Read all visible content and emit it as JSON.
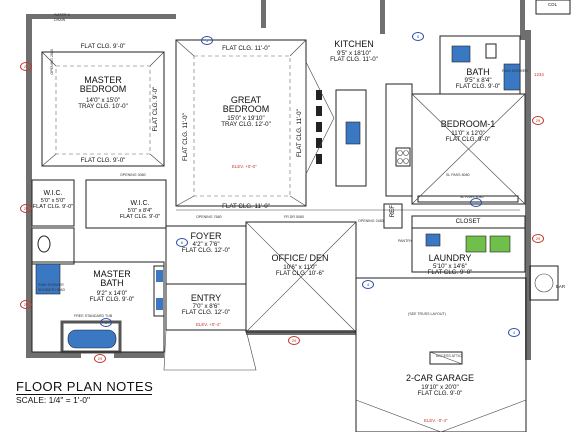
{
  "notes": {
    "title": "FLOOR PLAN NOTES",
    "scale": "SCALE: 1/4\" = 1'-0\""
  },
  "rooms": [
    {
      "id": "master-bedroom",
      "name": [
        "MASTER",
        "BEDROOM"
      ],
      "dims": [
        "14'0\" x 15'0\"",
        "TRAY CLG. 10'-0\""
      ]
    },
    {
      "id": "great-bedroom",
      "name": [
        "GREAT",
        "BEDROOM"
      ],
      "dims": [
        "15'0\" x 19'10\"",
        "TRAY CLG. 12'-0\""
      ]
    },
    {
      "id": "kitchen",
      "name": [
        "KITCHEN"
      ],
      "dims": [
        "9'5\" x 18'10\"",
        "FLAT CLG. 11'-0\""
      ]
    },
    {
      "id": "bath",
      "name": [
        "BATH"
      ],
      "dims": [
        "9'5\" x 8'4\"",
        "FLAT CLG. 9'-0\""
      ]
    },
    {
      "id": "bedroom-1",
      "name": [
        "BEDROOM-1"
      ],
      "dims": [
        "11'0\" x 12'0\"",
        "FLAT CLG. 9'-0\""
      ]
    },
    {
      "id": "wic-1",
      "name": [
        "W.I.C."
      ],
      "dims": [
        "5'0\" x 5'0\"",
        "FLAT CLG. 9'-0\""
      ]
    },
    {
      "id": "wic-2",
      "name": [
        "W.I.C."
      ],
      "dims": [
        "5'0\" x 8'4\"",
        "FLAT CLG. 9'-0\""
      ]
    },
    {
      "id": "foyer",
      "name": [
        "FOYER"
      ],
      "dims": [
        "4'2\" x 7'6\"",
        "FLAT CLG. 12'-0\""
      ]
    },
    {
      "id": "office-den",
      "name": [
        "OFFICE/ DEN"
      ],
      "dims": [
        "10'6\" x 11'0\"",
        "FLAT CLG. 10'-6\""
      ]
    },
    {
      "id": "laundry",
      "name": [
        "LAUNDRY"
      ],
      "dims": [
        "5'10\" x 14'6\"",
        "FLAT CLG. 9'-0\""
      ]
    },
    {
      "id": "master-bath",
      "name": [
        "MASTER",
        "BATH"
      ],
      "dims": [
        "9'2\" x 14'0\"",
        "FLAT CLG. 9'-0\""
      ]
    },
    {
      "id": "entry",
      "name": [
        "ENTRY"
      ],
      "dims": [
        "7'0\" x 8'6\"",
        "FLAT CLG. 12'-0\""
      ]
    },
    {
      "id": "garage",
      "name": [
        "2-CAR GARAGE"
      ],
      "dims": [
        "19'10\" x 20'0\"",
        "FLAT CLG. 9'-0\""
      ]
    }
  ],
  "ceilings": {
    "master_top": "FLAT CLG. 9'-0\"",
    "master_bottom": "FLAT CLG. 9'-0\"",
    "great_top": "FLAT CLG. 11'-0\"",
    "great_bottom": "FLAT CLG. 11'-0\"",
    "great_left": "FLAT CLG. 11'-0\"",
    "great_right": "FLAT CLG. 11'-0\"",
    "master_right": "FLAT CLG. 9'-0\""
  },
  "labels": {
    "closet": "CLOSET",
    "pantry": "PANTRY",
    "ref": "REF",
    "water": "WATER &",
    "drain": "DRAIN",
    "opening_2880": "OPENING 2880",
    "opening_3080": "OPENING 3080",
    "opening_7680": "OPENING 7680",
    "opening_2480": "OPENING 2480",
    "fr_dr": "FR DR 5080",
    "sl_pass_top": "SL PASS 8080",
    "sl_pass_bottom": "SL PASS 8080",
    "free_tub": "FREE STANDARD TUB",
    "rain_shower": "RAIN SHOWER",
    "shower_head": "SHOWER HEAD",
    "rain_shower_right": "RAIN SHOWER",
    "access_attic": "ACCESS ATTIC",
    "see_truss": "(SEE TRUSS LAYOUT)",
    "elev_1": "ELEV. +0'-0\"",
    "elev_2": "ELEV. +0'-4\"",
    "elev_3": "ELEV. -0'-4\"",
    "tags": [
      "29",
      "29",
      "29",
      "29",
      "29",
      "29",
      "29",
      "5",
      "5",
      "5",
      "4",
      "4",
      "6",
      "6"
    ],
    "door_tag": "1234",
    "col_tag": "COL",
    "bar_tag": "BAR"
  }
}
